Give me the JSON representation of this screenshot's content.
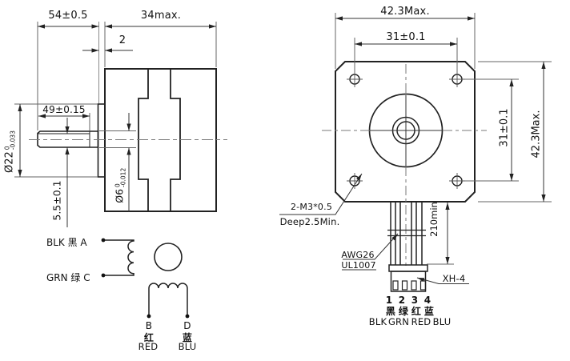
{
  "side_view": {
    "length_dim": "54±0.5",
    "body_length_dim": "34max.",
    "boss_thickness_dim": "2",
    "flat_length_dim": "49±0.15",
    "shaft_flat_dim": "5.5±0.1",
    "boss_dia": {
      "prefix": "Ø22",
      "upper": "0",
      "lower": "-0.033"
    },
    "shaft_dia": {
      "prefix": "Ø6",
      "upper": "0",
      "lower": "-0.012"
    }
  },
  "wiring": {
    "lead_a": "BLK 黑 A",
    "lead_c": "GRN 绿 C",
    "lead_b": "B",
    "lead_d": "D",
    "lead_b_cn": "红",
    "lead_b_en": "RED",
    "lead_d_cn": "蓝",
    "lead_d_en": "BLU"
  },
  "front_view": {
    "width_dim": "42.3Max.",
    "hole_spacing_h_dim": "31±0.1",
    "hole_spacing_v_dim": "31±0.1",
    "height_dim": "42.3Max.",
    "thread_note_1": "2-M3*0.5",
    "thread_note_2": "Deep2.5Min.",
    "wire_gauge": "AWG26",
    "wire_type": "UL1007",
    "lead_length_dim": "210min",
    "connector_type": "XH-4",
    "pin_numbers": [
      "1",
      "2",
      "3",
      "4"
    ],
    "pin_colors_cn": [
      "黑",
      "绿",
      "红",
      "蓝"
    ],
    "pin_colors_en": [
      "BLK",
      "GRN",
      "RED",
      "BLU"
    ]
  }
}
